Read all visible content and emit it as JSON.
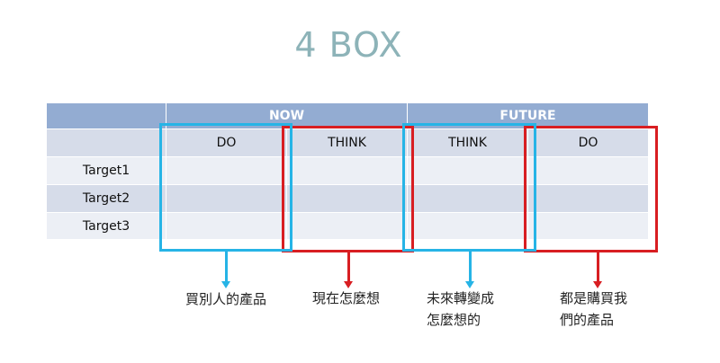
{
  "title": "4 BOX",
  "table": {
    "groups": [
      "NOW",
      "FUTURE"
    ],
    "columns": [
      "DO",
      "THINK",
      "THINK",
      "DO"
    ],
    "rows": [
      "Target1",
      "Target2",
      "Target3"
    ]
  },
  "notes": [
    "買別人的產品",
    "現在怎麼想",
    "未來轉變成\n怎麼想的",
    "都是購買我\n們的產品"
  ],
  "colors": {
    "header": "#93acd2",
    "shade": "#d6dce9",
    "light": "#eceff5",
    "blue_box": "#26b4e6",
    "red_box": "#d81e22",
    "title": "#8db3b8"
  }
}
